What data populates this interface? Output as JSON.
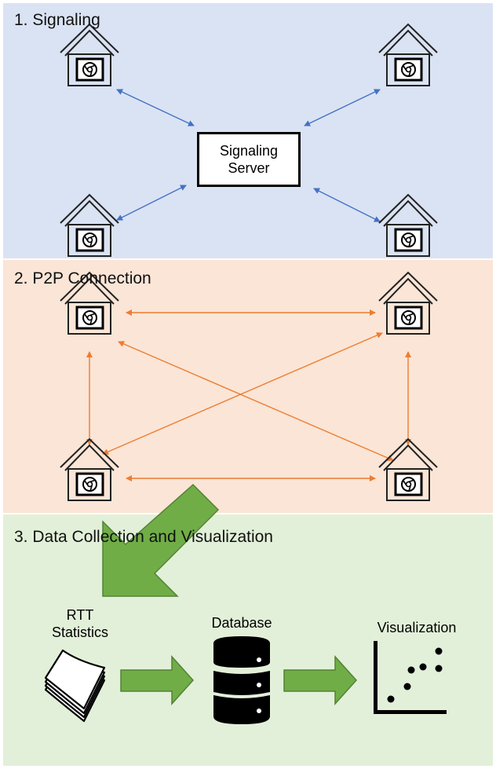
{
  "panels": {
    "signaling": {
      "title": "1. Signaling",
      "color": "#dae3f3"
    },
    "p2p": {
      "title": "2. P2P Connection",
      "color": "#fbe5d6"
    },
    "data": {
      "title": "3. Data Collection and Visualization",
      "color": "#e2f0d9"
    }
  },
  "server": {
    "line1": "Signaling",
    "line2": "Server"
  },
  "pipeline": {
    "rtt_line1": "RTT",
    "rtt_line2": "Statistics",
    "database": "Database",
    "visualization": "Visualization"
  },
  "colors": {
    "signaling_arrow": "#4472c4",
    "p2p_arrow": "#ed7d31",
    "pipeline_arrow": "#70ad47",
    "pipeline_arrow_border": "#548235"
  },
  "icons": {
    "peer": "house-browser-icon",
    "rtt": "stacked-pages-icon",
    "database": "database-icon",
    "visualization": "scatter-plot-icon"
  }
}
